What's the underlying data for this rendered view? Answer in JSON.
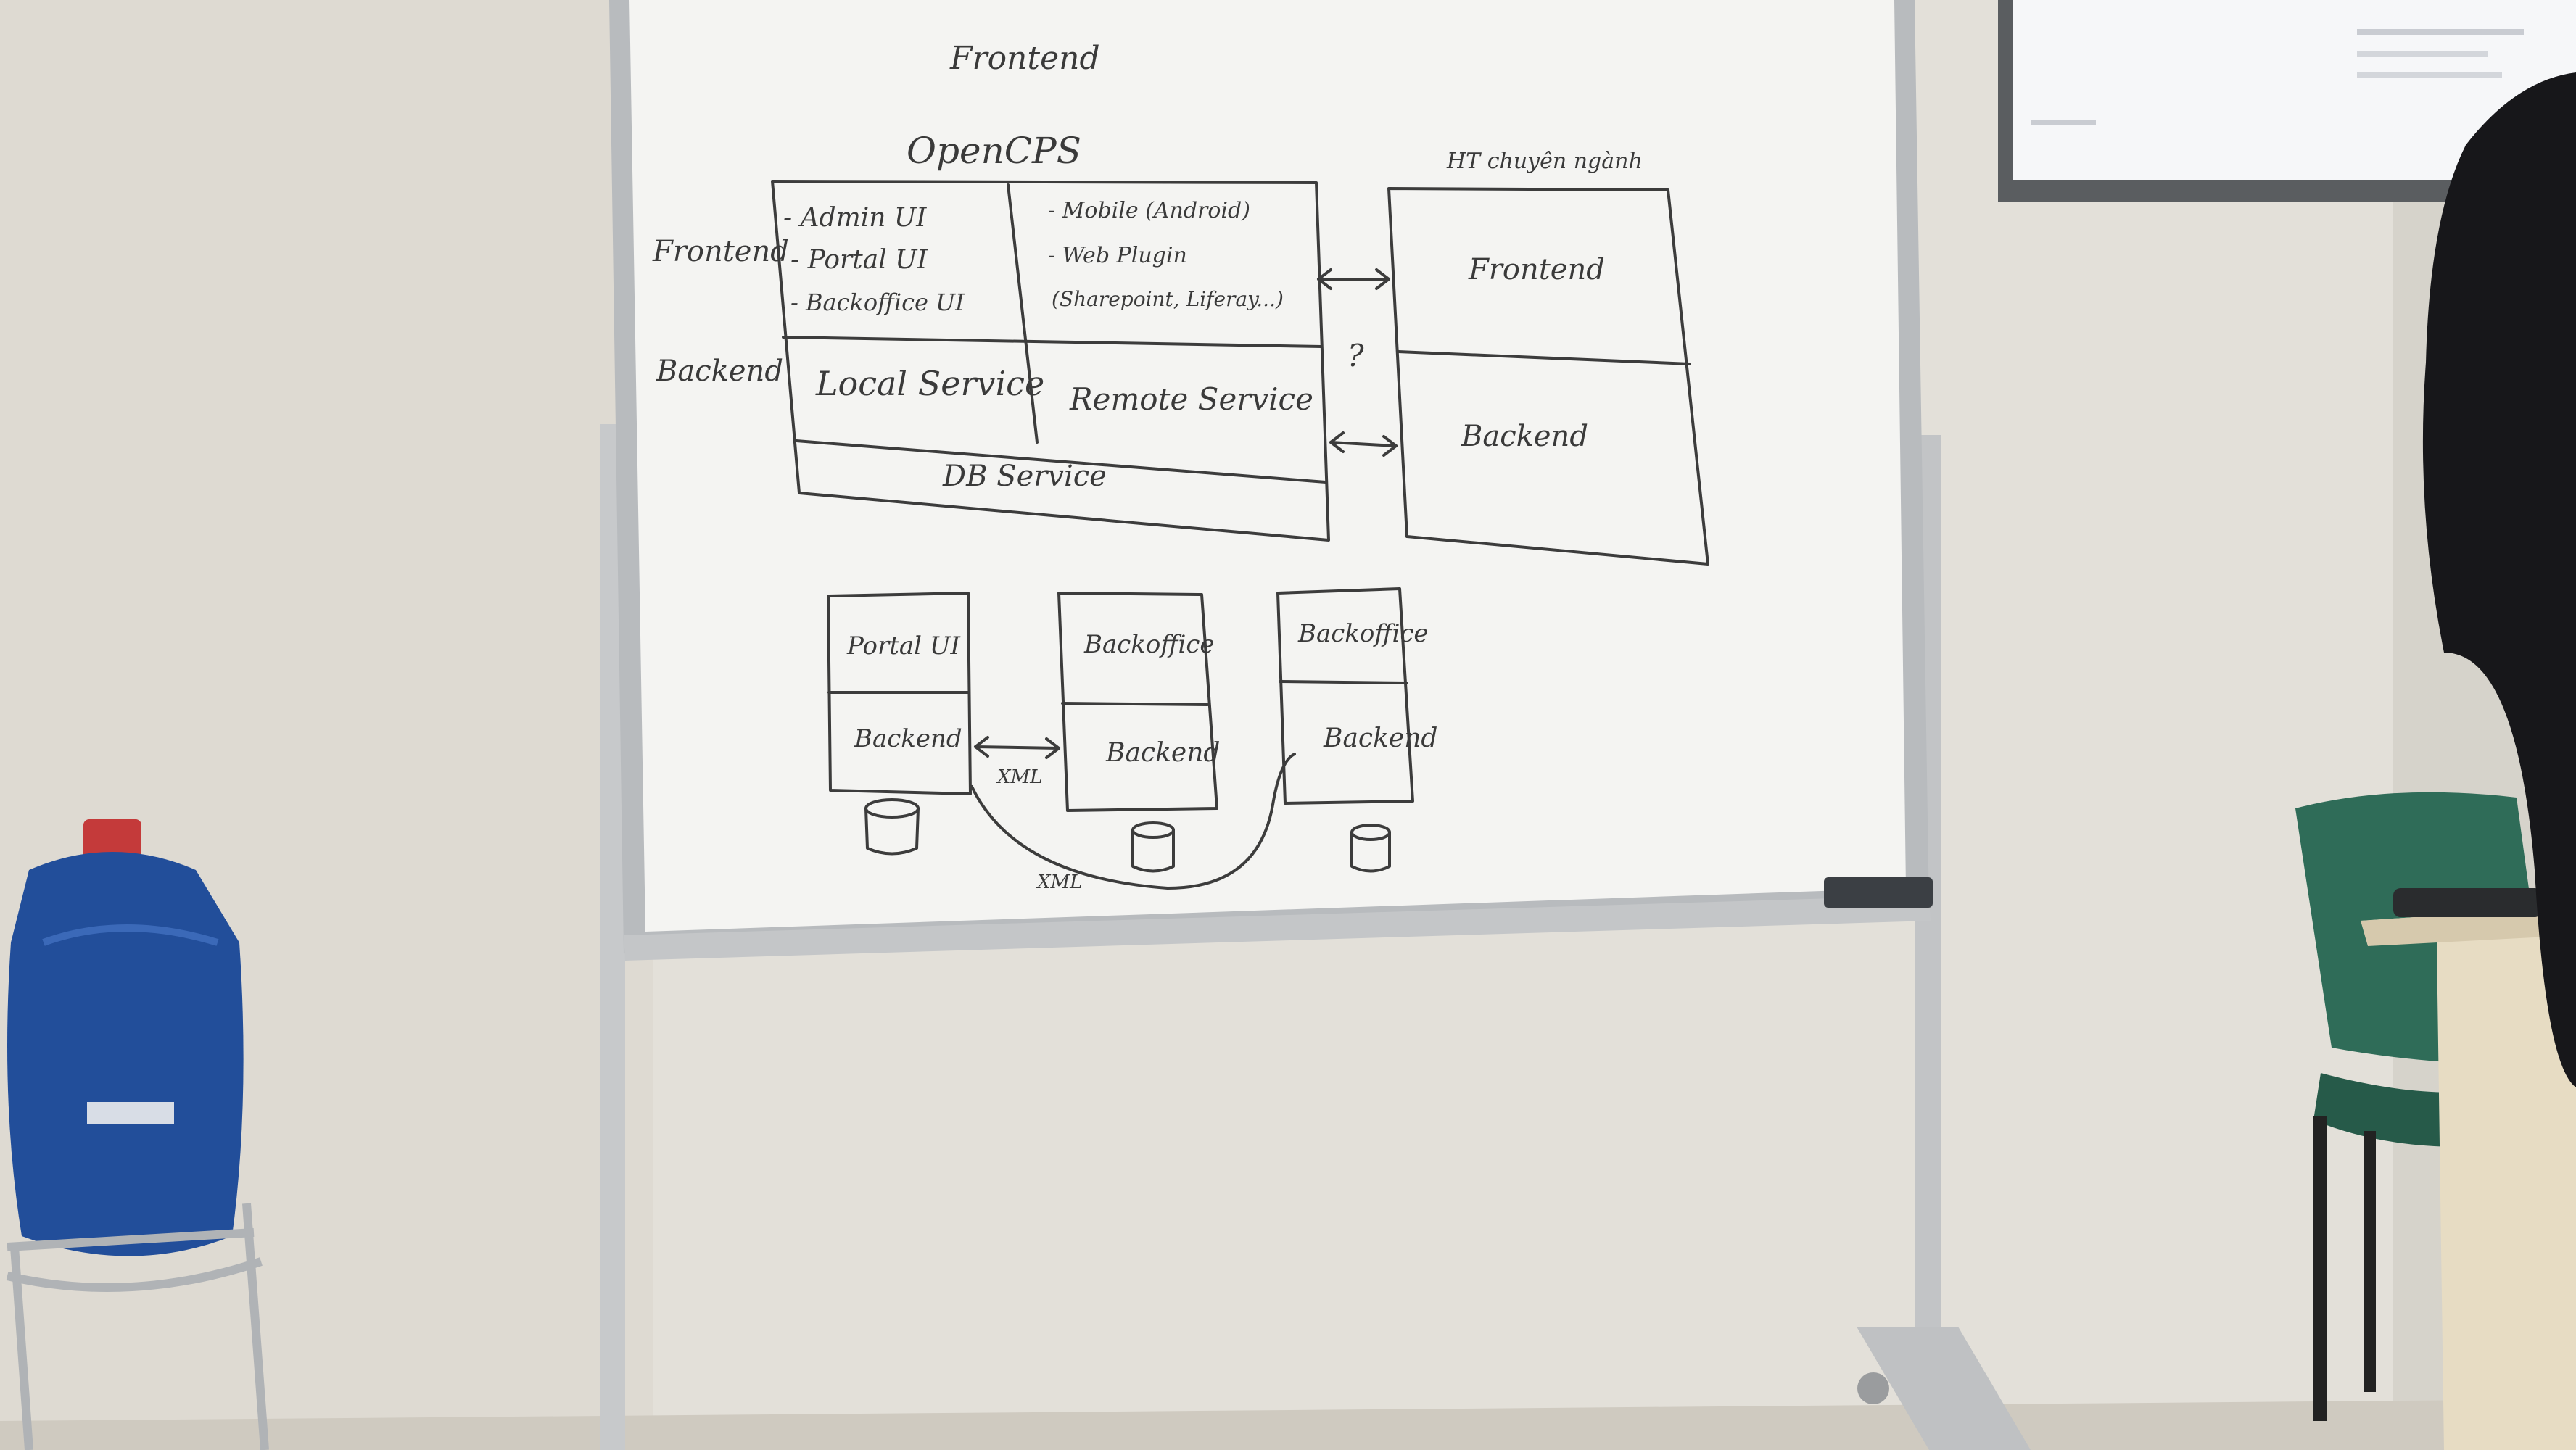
{
  "whiteboard": {
    "top_label": "Frontend",
    "opencps": {
      "title": "OpenCPS",
      "row_frontend_label": "Frontend",
      "row_backend_label": "Backend",
      "frontend_left": [
        "- Admin UI",
        "- Portal UI",
        "- Backoffice UI"
      ],
      "frontend_right": [
        "- Mobile (Android)",
        "- Web Plugin",
        "(Sharepoint, Liferay...)"
      ],
      "local_service": "Local Service",
      "remote_service": "Remote Service",
      "db_service": "DB Service"
    },
    "external_system": {
      "title": "HT chuyên ngành",
      "frontend": "Frontend",
      "backend": "Backend"
    },
    "question_mark": "?",
    "nodes": [
      {
        "top": "Portal UI",
        "bottom": "Backend"
      },
      {
        "top": "Backoffice",
        "bottom": "Backend"
      },
      {
        "top": "Backoffice",
        "bottom": "Backend"
      }
    ],
    "link_label_1": "XML",
    "link_label_2": "XML"
  },
  "colors": {
    "wall": "#e4e1da",
    "board": "#f3f3f1",
    "frame": "#b9bcbf",
    "ink": "#3c3c3c",
    "bottle": "#1f4f9c",
    "chair": "#2e6b57"
  }
}
